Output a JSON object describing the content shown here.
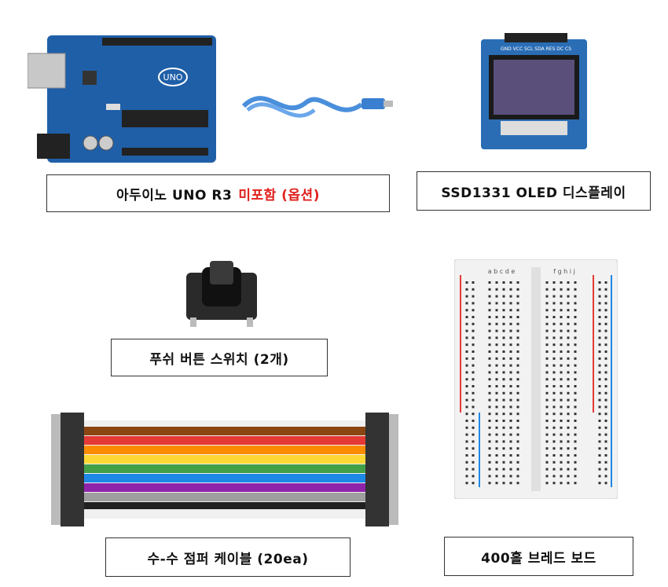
{
  "items": {
    "arduino": {
      "label": "아두이노 UNO R3",
      "label_note": "미포함 (옵션)",
      "board_text": "UNO"
    },
    "oled": {
      "label": "SSD1331 OLED 디스플레이",
      "header_text": "GND VCC SCL SDA RES DC CS"
    },
    "button": {
      "label": "푸쉬 버튼 스위치 (2개)"
    },
    "jumper": {
      "label": "수-수 점퍼 케이블 (20ea)"
    },
    "breadboard": {
      "label": "400홀 브레드 보드",
      "cols_left": "a b c d e",
      "cols_right": "f g h i j"
    }
  },
  "colors": {
    "note_red": "#e0201c",
    "board_blue": "#1f5fa8",
    "wire_rainbow": [
      "#8b4513",
      "#e53935",
      "#fb8c00",
      "#fdd835",
      "#43a047",
      "#1e88e5",
      "#8e24aa",
      "#9e9e9e",
      "#ffffff",
      "#212121"
    ]
  }
}
